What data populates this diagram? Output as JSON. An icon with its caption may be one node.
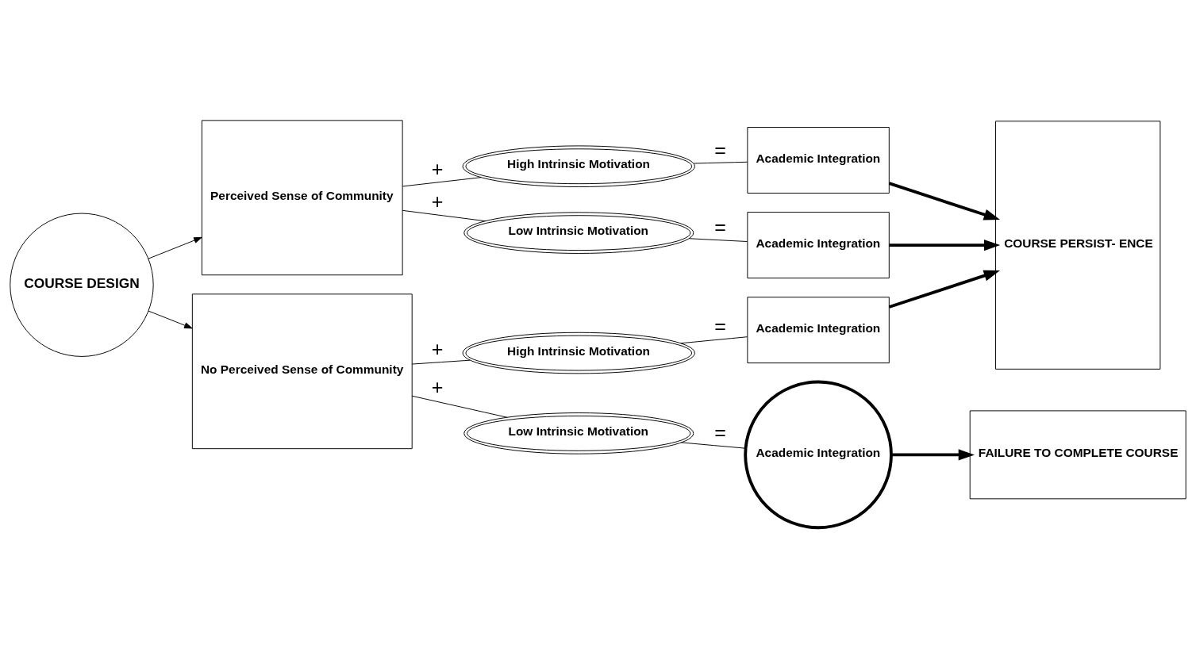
{
  "diagram": {
    "nodes": [
      {
        "text": [
          "COURSE DESIGN"
        ]
      },
      {
        "text": [
          "Perceived Sense of Community"
        ]
      },
      {
        "text": [
          "No Perceived Sense of Community"
        ]
      },
      {
        "text": [
          "High Intrinsic Motivation"
        ]
      },
      {
        "text": [
          "Academic Integration"
        ]
      },
      {
        "text": [
          "Low Intrinsic Motivation"
        ]
      },
      {
        "text": [
          "Academic Integration"
        ]
      },
      {
        "text": [
          "High Intrinsic Motivation"
        ]
      },
      {
        "text": [
          "Academic Integration"
        ]
      },
      {
        "text": [
          "Low Intrinsic Motivation"
        ]
      },
      {
        "text": [
          "Academic Integration"
        ]
      },
      {
        "text": [
          "COURSE PERSIST- ENCE"
        ]
      },
      {
        "text": [
          "FAILURE TO COMPLETE COURSE"
        ]
      }
    ],
    "edges": [
      {
        "from": 0,
        "to": 1,
        "arrow": "to"
      },
      {
        "from": 0,
        "to": 2,
        "arrow": "to"
      },
      {
        "from": 1,
        "to": 3,
        "arrow": "none",
        "label": "+"
      },
      {
        "from": 1,
        "to": 5,
        "arrow": "none",
        "label": "+"
      },
      {
        "from": 2,
        "to": 7,
        "arrow": "none",
        "label": "+"
      },
      {
        "from": 2,
        "to": 9,
        "arrow": "none",
        "label": "+"
      },
      {
        "from": 3,
        "to": 4,
        "arrow": "none",
        "label": "="
      },
      {
        "from": 5,
        "to": 6,
        "arrow": "none",
        "label": "="
      },
      {
        "from": 7,
        "to": 8,
        "arrow": "none",
        "label": "="
      },
      {
        "from": 9,
        "to": 10,
        "arrow": "none",
        "label": "="
      },
      {
        "from": 4,
        "to": 11,
        "arrow": "to",
        "style": "thick"
      },
      {
        "from": 6,
        "to": 11,
        "arrow": "to",
        "style": "thick"
      },
      {
        "from": 8,
        "to": 11,
        "arrow": "to",
        "style": "thick"
      },
      {
        "from": 10,
        "to": 12,
        "arrow": "to",
        "style": "thick"
      }
    ]
  }
}
